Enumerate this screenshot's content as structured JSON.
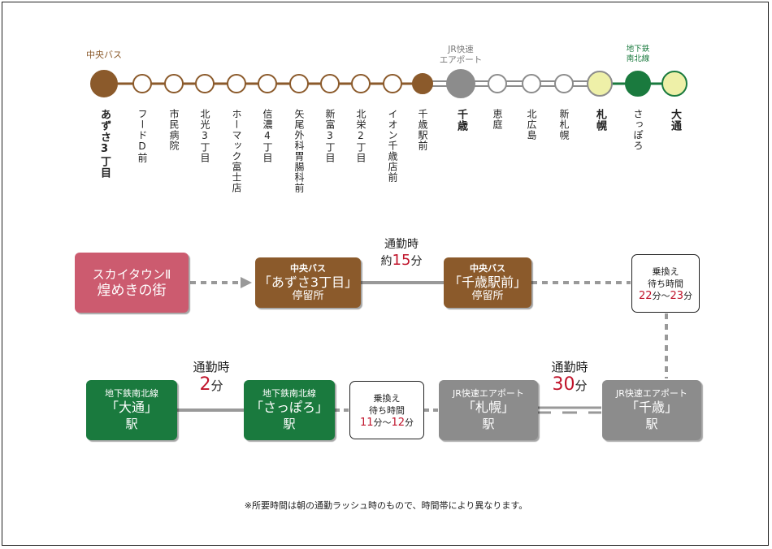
{
  "colors": {
    "bus": "#8b5a2b",
    "jr": "#8c8c8c",
    "subway": "#1a7a3e",
    "origin": "#cc5b6f",
    "sapporo_fill": "#eef0a8",
    "green_text": "#1a7a3e",
    "red": "#c0142b"
  },
  "route_map": {
    "bus_label": "中央バス",
    "jr_label": "JR快速\nエアポート",
    "subway_label": "地下鉄\n南北線",
    "stations": [
      {
        "name": "あずさ3丁目",
        "bold": true,
        "style": "bus-solid"
      },
      {
        "name": "フードD前",
        "bold": false,
        "style": "bus-open"
      },
      {
        "name": "市民病院",
        "bold": false,
        "style": "bus-open"
      },
      {
        "name": "北光3丁目",
        "bold": false,
        "style": "bus-open"
      },
      {
        "name": "ホーマック富士店",
        "bold": false,
        "style": "bus-open"
      },
      {
        "name": "信濃4丁目",
        "bold": false,
        "style": "bus-open"
      },
      {
        "name": "矢尾外科胃腸科前",
        "bold": false,
        "style": "bus-open"
      },
      {
        "name": "新富3丁目",
        "bold": false,
        "style": "bus-open"
      },
      {
        "name": "北栄2丁目",
        "bold": false,
        "style": "bus-open"
      },
      {
        "name": "イオン千歳店前",
        "bold": false,
        "style": "bus-open"
      },
      {
        "name": "千歳駅前",
        "bold": false,
        "style": "bus-solid-small"
      },
      {
        "name": "千歳",
        "bold": true,
        "style": "jr-solid"
      },
      {
        "name": "恵庭",
        "bold": false,
        "style": "jr-open"
      },
      {
        "name": "北広島",
        "bold": false,
        "style": "jr-open"
      },
      {
        "name": "新札幌",
        "bold": false,
        "style": "jr-open"
      },
      {
        "name": "札幌",
        "bold": true,
        "style": "sapporo"
      },
      {
        "name": "さっぽろ",
        "bold": false,
        "style": "subway-solid"
      },
      {
        "name": "大通",
        "bold": true,
        "style": "odori"
      }
    ]
  },
  "flow": {
    "origin": {
      "line1": "スカイタウンⅡ",
      "line2": "煌めきの街"
    },
    "bus_stop1": {
      "line": "中央バス",
      "name": "「あずさ3丁目」",
      "sub": "停留所"
    },
    "bus_stop2": {
      "line": "中央バス",
      "name": "「千歳駅前」",
      "sub": "停留所"
    },
    "commute_bus": {
      "label": "通勤時",
      "prefix": "約",
      "value": "15",
      "unit": "分"
    },
    "transfer1": {
      "l1": "乗換え",
      "l2": "待ち時間",
      "v1": "22",
      "u1": "分",
      "sep": "〜",
      "v2": "23",
      "u2": "分"
    },
    "jr_chitose": {
      "line": "JR快速エアポート",
      "name": "「千歳」",
      "sub": "駅"
    },
    "commute_jr": {
      "label": "通勤時",
      "value": "30",
      "unit": "分"
    },
    "jr_sapporo": {
      "line": "JR快速エアポート",
      "name": "「札幌」",
      "sub": "駅"
    },
    "transfer2": {
      "l1": "乗換え",
      "l2": "待ち時間",
      "v1": "11",
      "u1": "分",
      "sep": "〜",
      "v2": "12",
      "u2": "分"
    },
    "subway_sapporo": {
      "line": "地下鉄南北線",
      "name": "「さっぽろ」",
      "sub": "駅"
    },
    "commute_subway": {
      "label": "通勤時",
      "value": "2",
      "unit": "分"
    },
    "subway_odori": {
      "line": "地下鉄南北線",
      "name": "「大通」",
      "sub": "駅"
    }
  },
  "footnote": "※所要時間は朝の通勤ラッシュ時のもので、時間帯により異なります。"
}
